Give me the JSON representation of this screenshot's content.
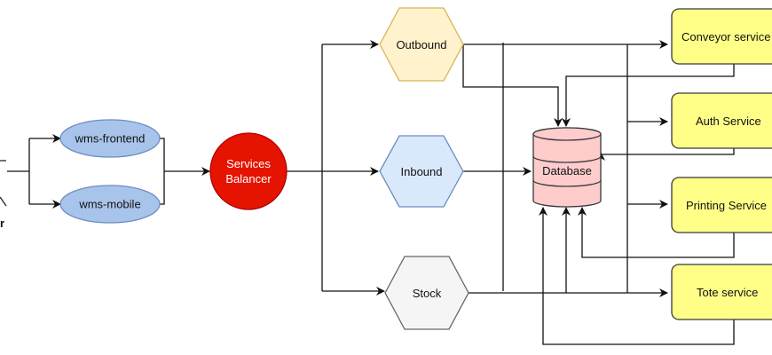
{
  "diagram": {
    "actor": {
      "label_fragment": "r"
    },
    "clients": [
      {
        "id": "wms-frontend",
        "label": "wms-frontend"
      },
      {
        "id": "wms-mobile",
        "label": "wms-mobile"
      }
    ],
    "balancer": {
      "label_line1": "Services",
      "label_line2": "Balancer"
    },
    "domains": [
      {
        "id": "outbound",
        "label": "Outbound"
      },
      {
        "id": "inbound",
        "label": "Inbound"
      },
      {
        "id": "stock",
        "label": "Stock"
      }
    ],
    "database": {
      "label": "Database"
    },
    "services": [
      {
        "id": "conveyor",
        "label": "Conveyor service"
      },
      {
        "id": "auth",
        "label": "Auth Service"
      },
      {
        "id": "printing",
        "label": "Printing Service"
      },
      {
        "id": "tote",
        "label": "Tote service"
      }
    ],
    "colors": {
      "client_fill": "#a9c4eb",
      "client_stroke": "#6c8ebf",
      "balancer_fill": "#e51400",
      "balancer_stroke": "#b20000",
      "outbound_fill": "#fff2cc",
      "outbound_stroke": "#d6b656",
      "inbound_fill": "#dae8fc",
      "inbound_stroke": "#6c8ebf",
      "stock_fill": "#f5f5f5",
      "stock_stroke": "#666666",
      "database_fill": "#ffcccc",
      "database_stroke": "#36393d",
      "service_fill": "#ffff88",
      "service_stroke": "#36393d"
    }
  }
}
